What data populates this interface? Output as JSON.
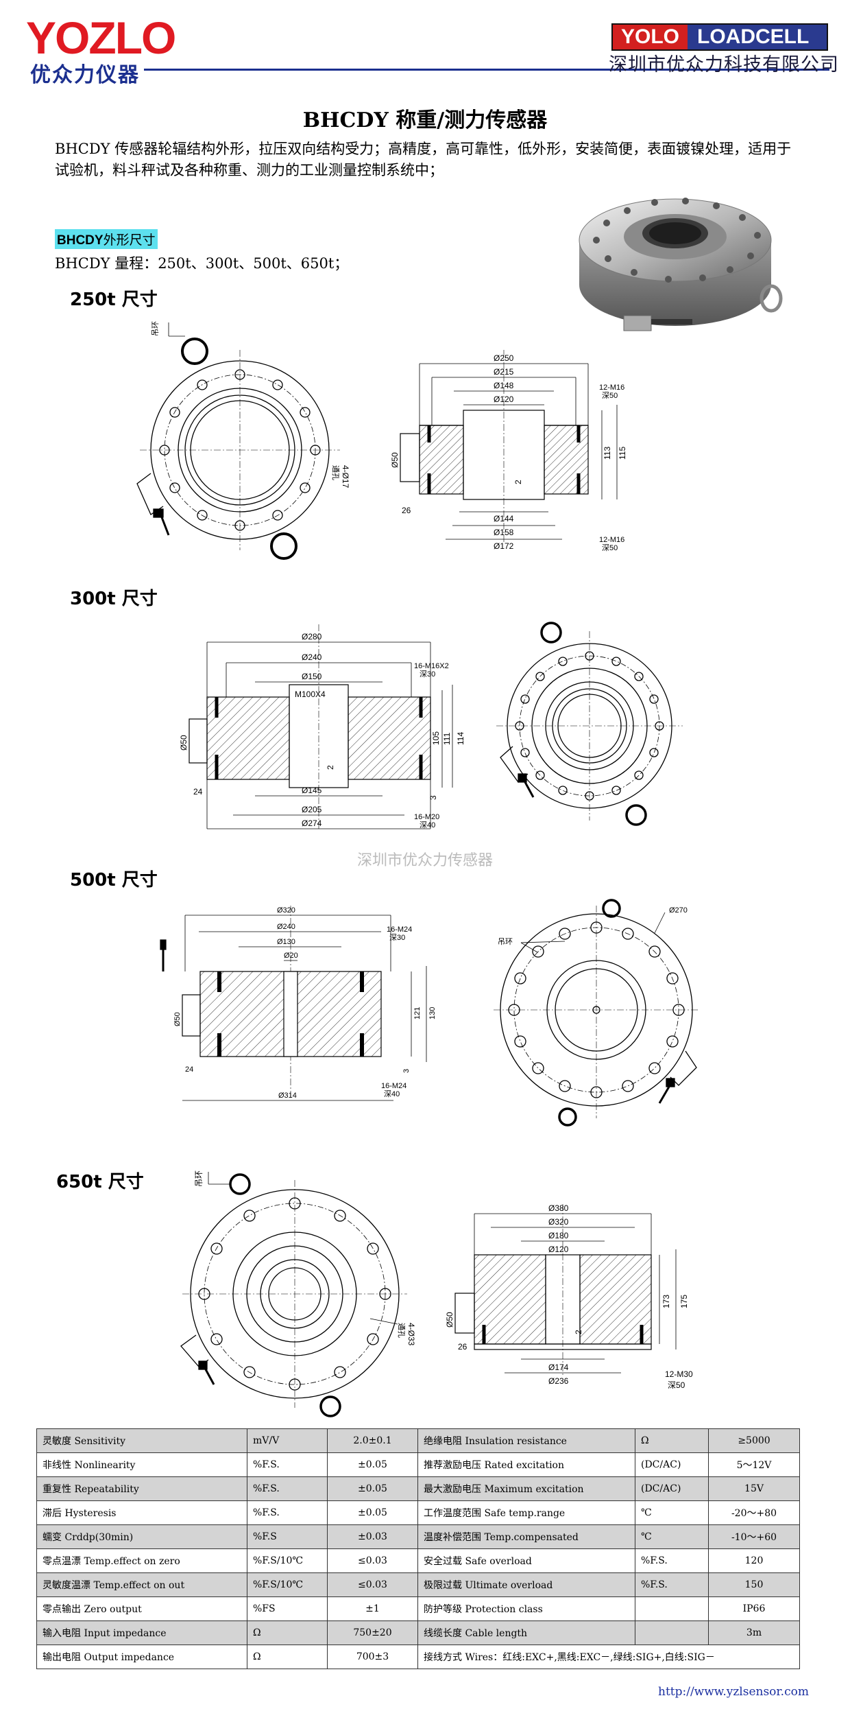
{
  "header": {
    "logo_text_a": "YO",
    "logo_text_z": "Z",
    "logo_text_b": "LO",
    "logo_sub": "优众力仪器",
    "brand_yolo": "YOLO",
    "brand_loadcell": "LOADCELL",
    "company": "深圳市优众力科技有限公司"
  },
  "title": "BHCDY 称重/测力传感器",
  "description": "BHCDY 传感器轮辐结构外形，拉压双向结构受力；高精度，高可靠性，低外形，安装简便，表面镀镍处理，适用于试验机，料斗秤试及各种称重、测力的工业测量控制系统中；",
  "outline_tag_a": "BHCDY",
  "outline_tag_b": "外形尺寸",
  "range_text": "BHCDY 量程：250t、300t、500t、650t；",
  "sections": {
    "s250": "250t 尺寸",
    "s300": "300t 尺寸",
    "s500": "500t 尺寸",
    "s650": "650t 尺寸"
  },
  "watermark": "深圳市优众力传感器",
  "drawings": {
    "d250": {
      "lift_ring": "吊环",
      "holes": "4-Ø17",
      "holes_note": "通孔",
      "dims_top": [
        "Ø250",
        "Ø215",
        "Ø148",
        "Ø120"
      ],
      "thread_top": "12-M16",
      "thread_top_depth": "深50",
      "dims_bottom": [
        "Ø144",
        "Ø158",
        "Ø172"
      ],
      "thread_bottom": "12-M16",
      "thread_bottom_depth": "深50",
      "h1": "113",
      "h2": "115",
      "d_conn": "Ø50",
      "w_conn": "26",
      "gap": "2"
    },
    "d300": {
      "dims_top": [
        "Ø280",
        "Ø240",
        "Ø150"
      ],
      "thread_center": "M100X4",
      "thread_top": "16-M16X2",
      "thread_top_depth": "深30",
      "dims_bottom": [
        "Ø145",
        "Ø205",
        "Ø274"
      ],
      "thread_bottom": "16-M20",
      "thread_bottom_depth": "深40",
      "h1": "105",
      "h2": "111",
      "h3": "114",
      "d_conn": "Ø50",
      "w_conn": "24",
      "gap": "2",
      "step": "3"
    },
    "d500": {
      "dims_top": [
        "Ø320",
        "Ø240",
        "Ø130",
        "Ø20"
      ],
      "thread_top": "16-M24",
      "thread_top_depth": "深30",
      "dim_bottom": "Ø314",
      "thread_bottom": "16-M24",
      "thread_bottom_depth": "深40",
      "h1": "121",
      "h2": "130",
      "d_conn": "Ø50",
      "w_conn": "24",
      "step": "3",
      "circle_dia": "Ø270",
      "lift_ring": "吊环"
    },
    "d650": {
      "lift_ring": "吊环",
      "holes": "4-Ø33",
      "holes_note": "通孔",
      "dims_top": [
        "Ø380",
        "Ø320",
        "Ø180",
        "Ø120"
      ],
      "dims_bottom": [
        "Ø174",
        "Ø236"
      ],
      "thread_bottom": "12-M30",
      "thread_bottom_depth": "深50",
      "h1": "173",
      "h2": "175",
      "d_conn": "Ø50",
      "w_conn": "26",
      "gap": "2"
    }
  },
  "spec_table": [
    [
      "灵敏度 Sensitivity",
      "mV/V",
      "2.0±0.1",
      "绝缘电阻 Insulation resistance",
      "Ω",
      "≥5000"
    ],
    [
      "非线性 Nonlinearity",
      "%F.S.",
      "±0.05",
      "推荐激励电压 Rated excitation",
      "(DC/AC)",
      "5～12V"
    ],
    [
      "重复性 Repeatability",
      "%F.S.",
      "±0.05",
      "最大激励电压 Maximum excitation",
      "(DC/AC)",
      "15V"
    ],
    [
      "滞后 Hysteresis",
      "%F.S.",
      "±0.05",
      "工作温度范围 Safe temp.range",
      "℃",
      "-20～+80"
    ],
    [
      "蠕变 Crddp(30min)",
      "%F.S",
      "±0.03",
      "温度补偿范围 Temp.compensated",
      "℃",
      "-10～+60"
    ],
    [
      "零点温漂 Temp.effect on zero",
      "%F.S/10℃",
      "≤0.03",
      "安全过载 Safe overload",
      "%F.S.",
      "120"
    ],
    [
      "灵敏度温漂 Temp.effect on out",
      "%F.S/10℃",
      "≤0.03",
      "极限过载 Ultimate overload",
      "%F.S.",
      "150"
    ],
    [
      "零点输出 Zero output",
      "%FS",
      "±1",
      "防护等级 Protection class",
      "",
      "IP66"
    ],
    [
      "输入电阻 Input impedance",
      "Ω",
      "750±20",
      "线缆长度 Cable length",
      "",
      "3m"
    ],
    [
      "输出电阻 Output impedance",
      "Ω",
      "700±3",
      "接线方式 Wires：红线:EXC+,黑线:EXC－,绿线:SIG+,白线:SIG－",
      "",
      ""
    ]
  ],
  "footer_url": "http://www.yzlsensor.com"
}
